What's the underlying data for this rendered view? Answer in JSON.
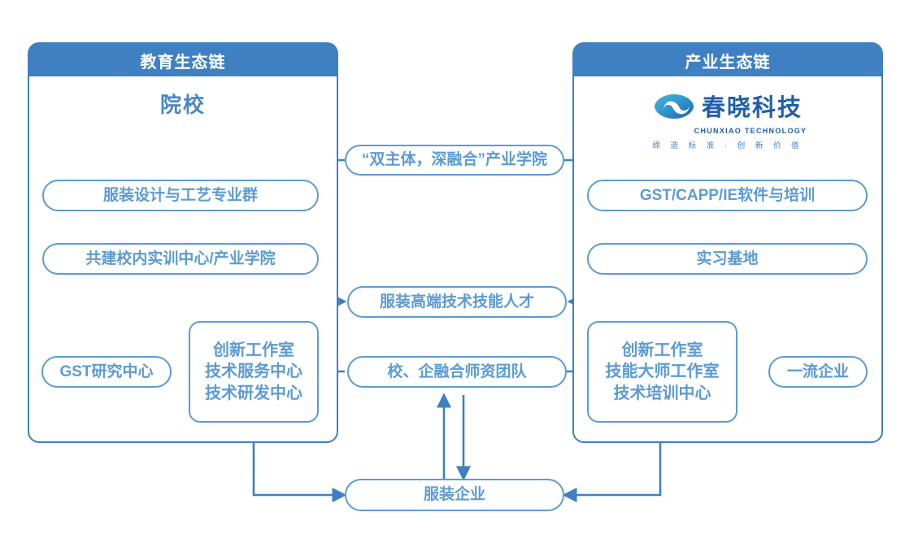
{
  "panels": {
    "left": {
      "header": "教育生态链",
      "title": "院校"
    },
    "right": {
      "header": "产业生态链"
    }
  },
  "logo": {
    "name_cn": "春晓科技",
    "name_en": "CHUNXIAO TECHNOLOGY",
    "tagline": "缔 造 标 准 · 创 新 价 值",
    "icon": "eye-swirl-logo-icon"
  },
  "nodes": {
    "industry_college": "“双主体，深融合”产业学院",
    "left_major_group": "服装设计与工艺专业群",
    "left_training_center": "共建校内实训中心/产业学院",
    "right_software": "GST/CAPP/IE软件与培训",
    "right_practice_base": "实习基地",
    "talent": "服装高端技术技能人才",
    "gst_research": "GST研究中心",
    "left_center_l1": "创新工作室",
    "left_center_l2": "技术服务中心",
    "left_center_l3": "技术研发中心",
    "teacher_team": "校、企融合师资团队",
    "right_center_l1": "创新工作室",
    "right_center_l2": "技能大师工作室",
    "right_center_l3": "技术培训中心",
    "top_enterprise": "一流企业",
    "garment_enterprise": "服装企业"
  },
  "colors": {
    "header_blue": "#3f80c2",
    "node_blue": "#5b9bd5",
    "title_blue": "#4a86c8",
    "logo_dark": "#1f5fa8",
    "white": "#ffffff"
  }
}
